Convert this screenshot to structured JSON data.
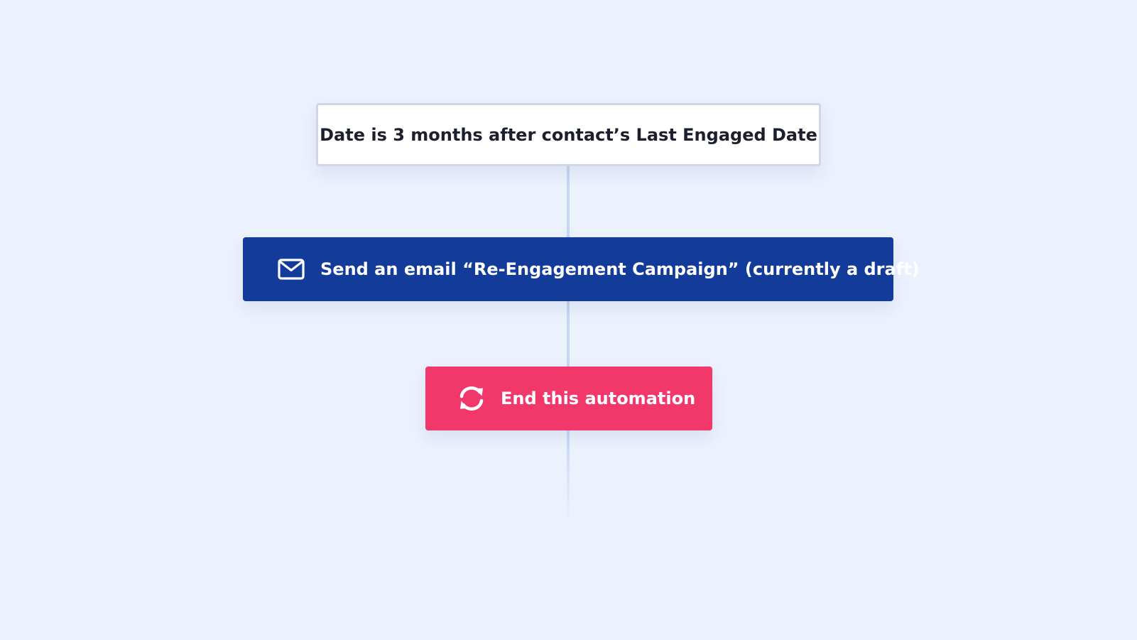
{
  "workflow": {
    "trigger": {
      "label": "Date is 3 months after contact’s Last Engaged Date"
    },
    "email_action": {
      "icon": "envelope-icon",
      "label": "Send an email “Re-Engagement Campaign” (currently a draft)"
    },
    "end_action": {
      "icon": "refresh-icon",
      "label": "End this automation"
    }
  },
  "colors": {
    "background": "#ebf1fd",
    "trigger_bg": "#ffffff",
    "trigger_border": "#cfd6e6",
    "email_bg": "#133b9a",
    "end_bg": "#f2386b",
    "connector": "#c5d6f3"
  }
}
